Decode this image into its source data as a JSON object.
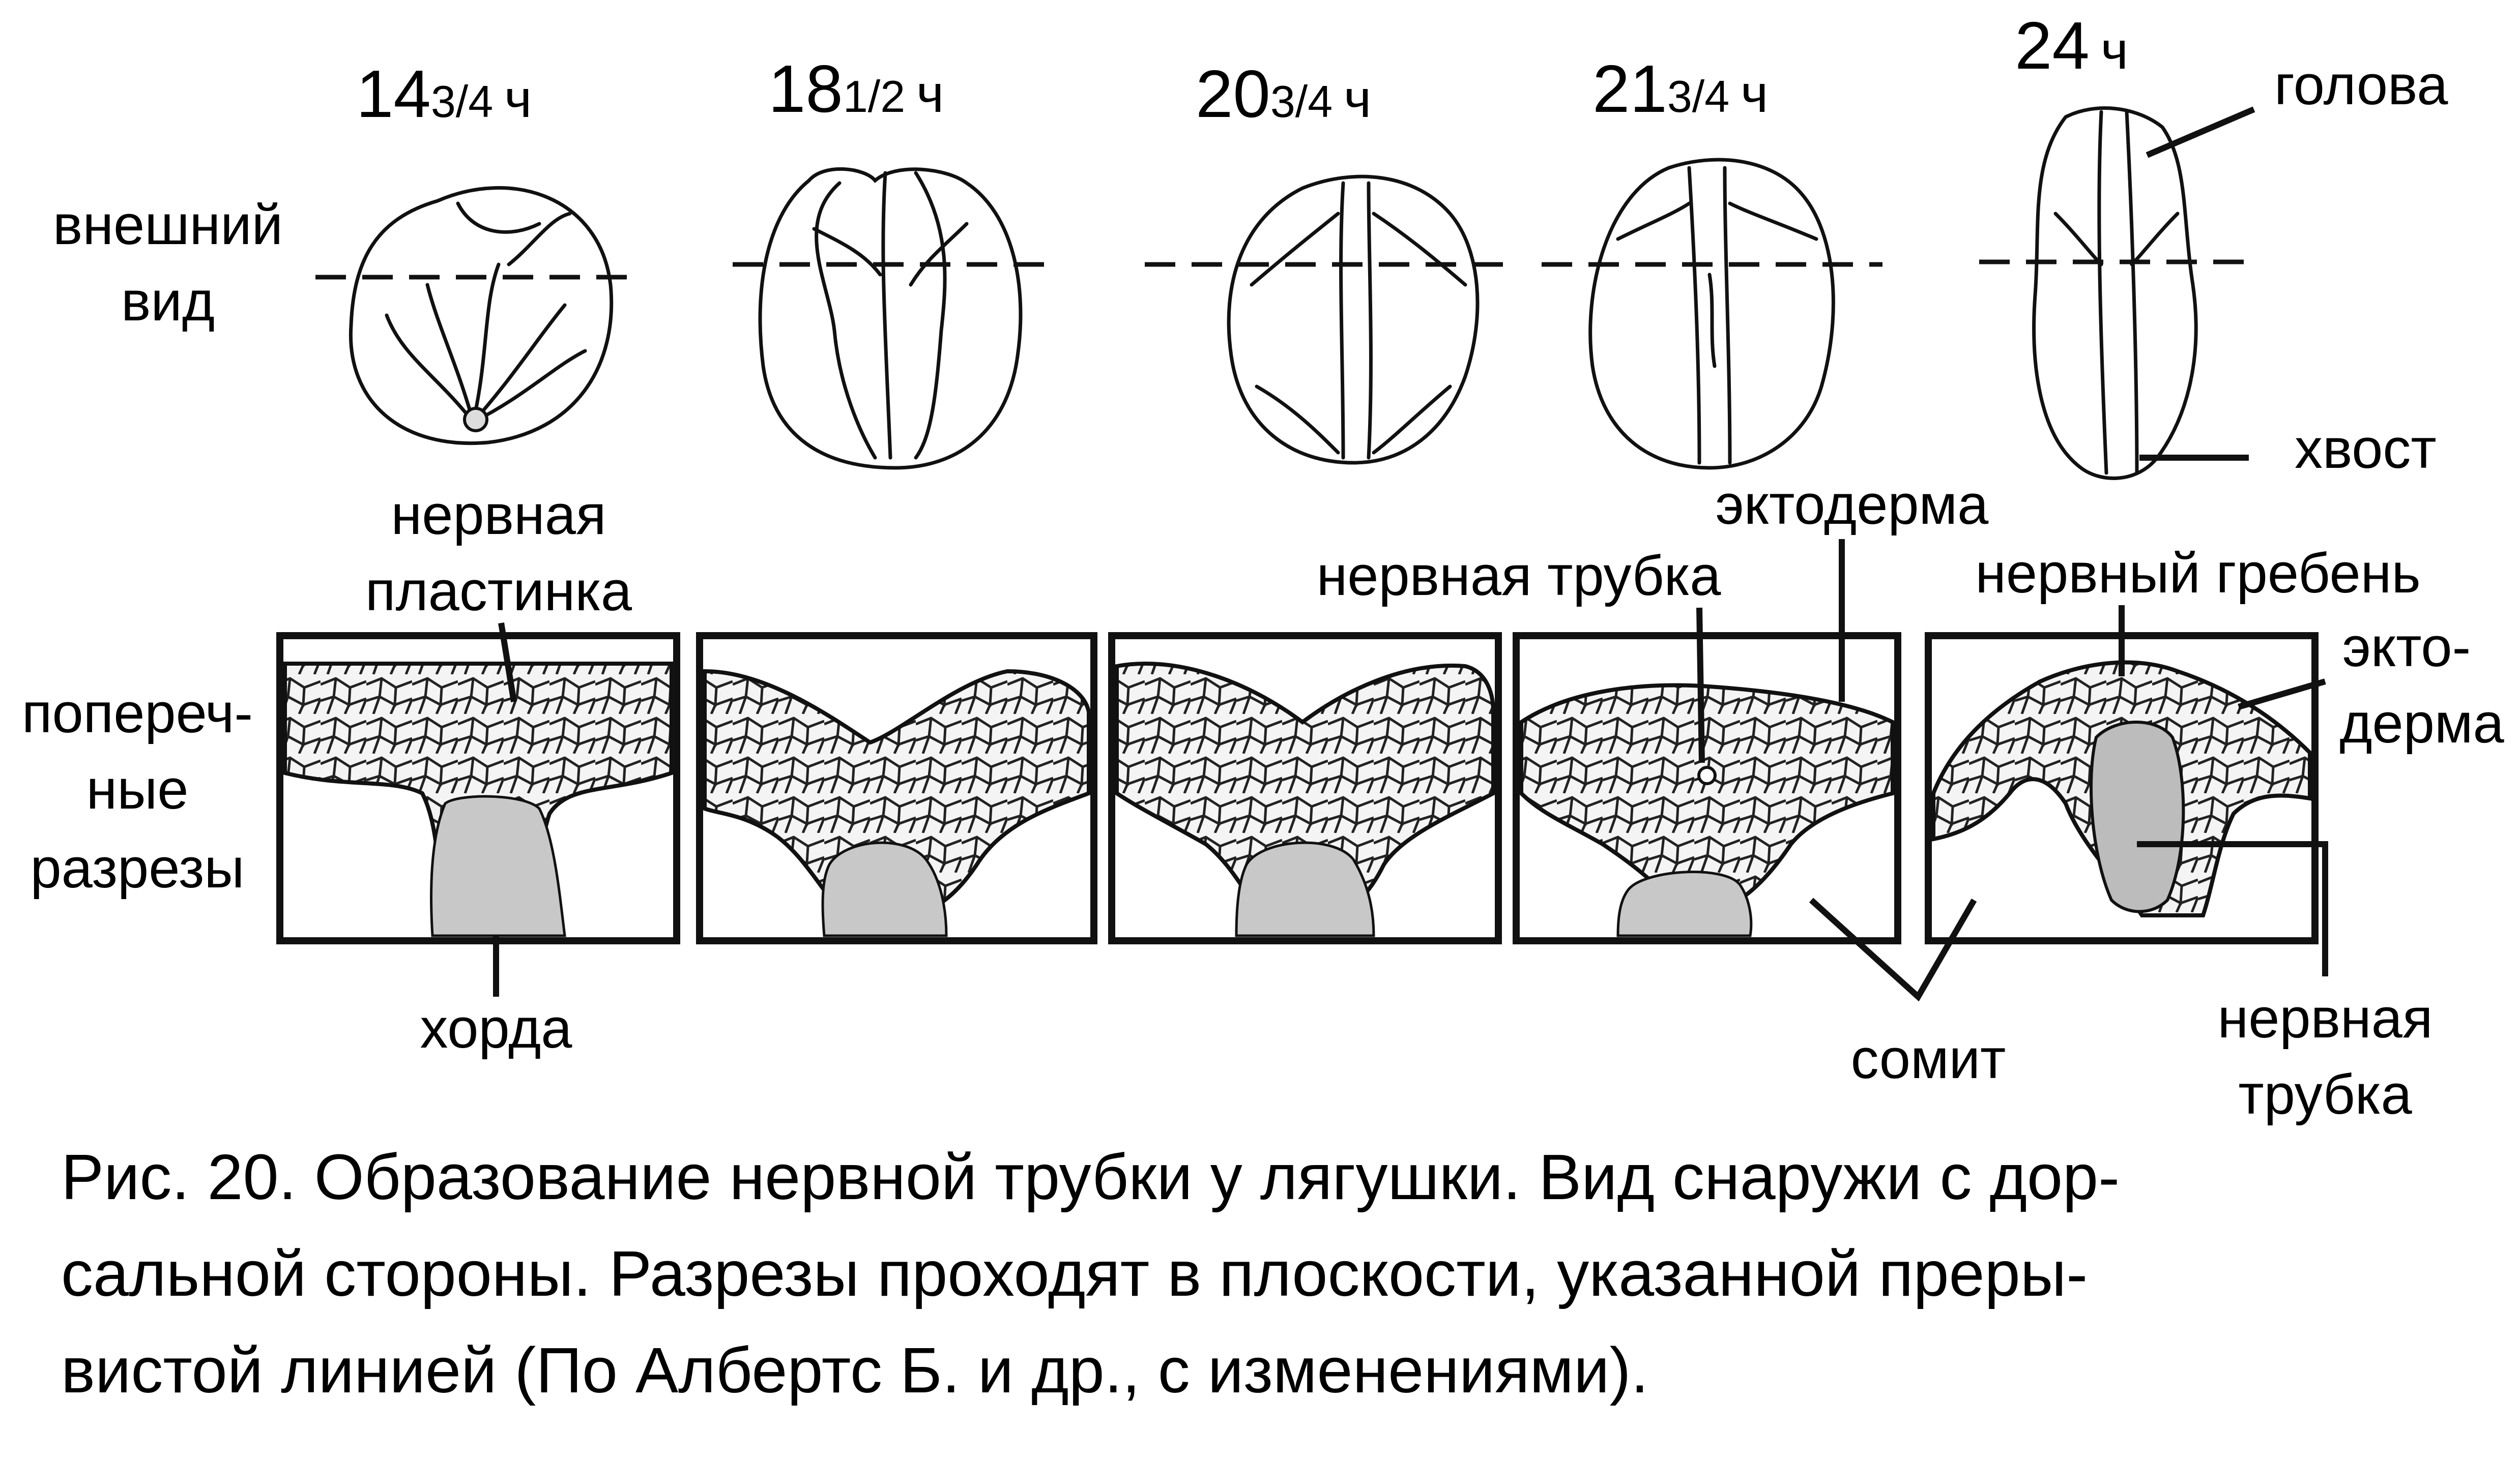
{
  "stages": [
    {
      "main": "14",
      "frac": "3/4",
      "unit": "ч"
    },
    {
      "main": "18",
      "frac": "1/2",
      "unit": "ч"
    },
    {
      "main": "20",
      "frac": "3/4",
      "unit": "ч"
    },
    {
      "main": "21",
      "frac": "3/4",
      "unit": "ч"
    },
    {
      "main": "24",
      "frac": "",
      "unit": "ч"
    }
  ],
  "labels": {
    "external_view": [
      "внешний",
      "вид"
    ],
    "cross_sections": [
      "попереч-",
      "ные",
      "разрезы"
    ],
    "neural_plate": [
      "нервная",
      "пластинка"
    ],
    "chord": "хорда",
    "head": "голова",
    "tail": "хвост",
    "ectoderm": "эктодерма",
    "neural_tube_top": "нервная трубка",
    "neural_crest": "нервный гребень",
    "ectoderm_split": [
      "экто-",
      "дерма"
    ],
    "somite": "сомит",
    "neural_tube_bottom": [
      "нервная",
      "трубка"
    ]
  },
  "caption": [
    "Рис. 20. Образование нервной трубки у лягушки. Вид снаружи с дор-",
    "сальной стороны. Разрезы проходят в плоскости, указанной преры-",
    "вистой линией (По Албертс Б. и др., с изменениями)."
  ]
}
